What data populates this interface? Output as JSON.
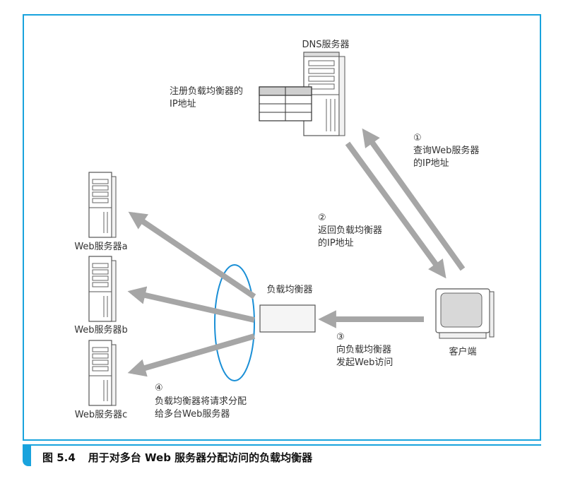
{
  "nodes": {
    "dns_server": "DNS服务器",
    "dns_note": [
      "注册负载均衡器的",
      "IP地址"
    ],
    "web_a": "Web服务器a",
    "web_b": "Web服务器b",
    "web_c": "Web服务器c",
    "load_balancer": "负载均衡器",
    "client": "客户端"
  },
  "steps": [
    {
      "num": "①",
      "lines": [
        "查询Web服务器",
        "的IP地址"
      ]
    },
    {
      "num": "②",
      "lines": [
        "返回负载均衡器",
        "的IP地址"
      ]
    },
    {
      "num": "③",
      "lines": [
        "向负载均衡器",
        "发起Web访问"
      ]
    },
    {
      "num": "④",
      "lines": [
        "负载均衡器将请求分配",
        "给多台Web服务器"
      ]
    }
  ],
  "caption": {
    "figure": "图 5.4",
    "title": "用于对多台 Web 服务器分配访问的负载均衡器"
  },
  "colors": {
    "frame": "#19a3dd",
    "arrow": "#a6a6a6",
    "ellipse": "#1a8fd6"
  }
}
